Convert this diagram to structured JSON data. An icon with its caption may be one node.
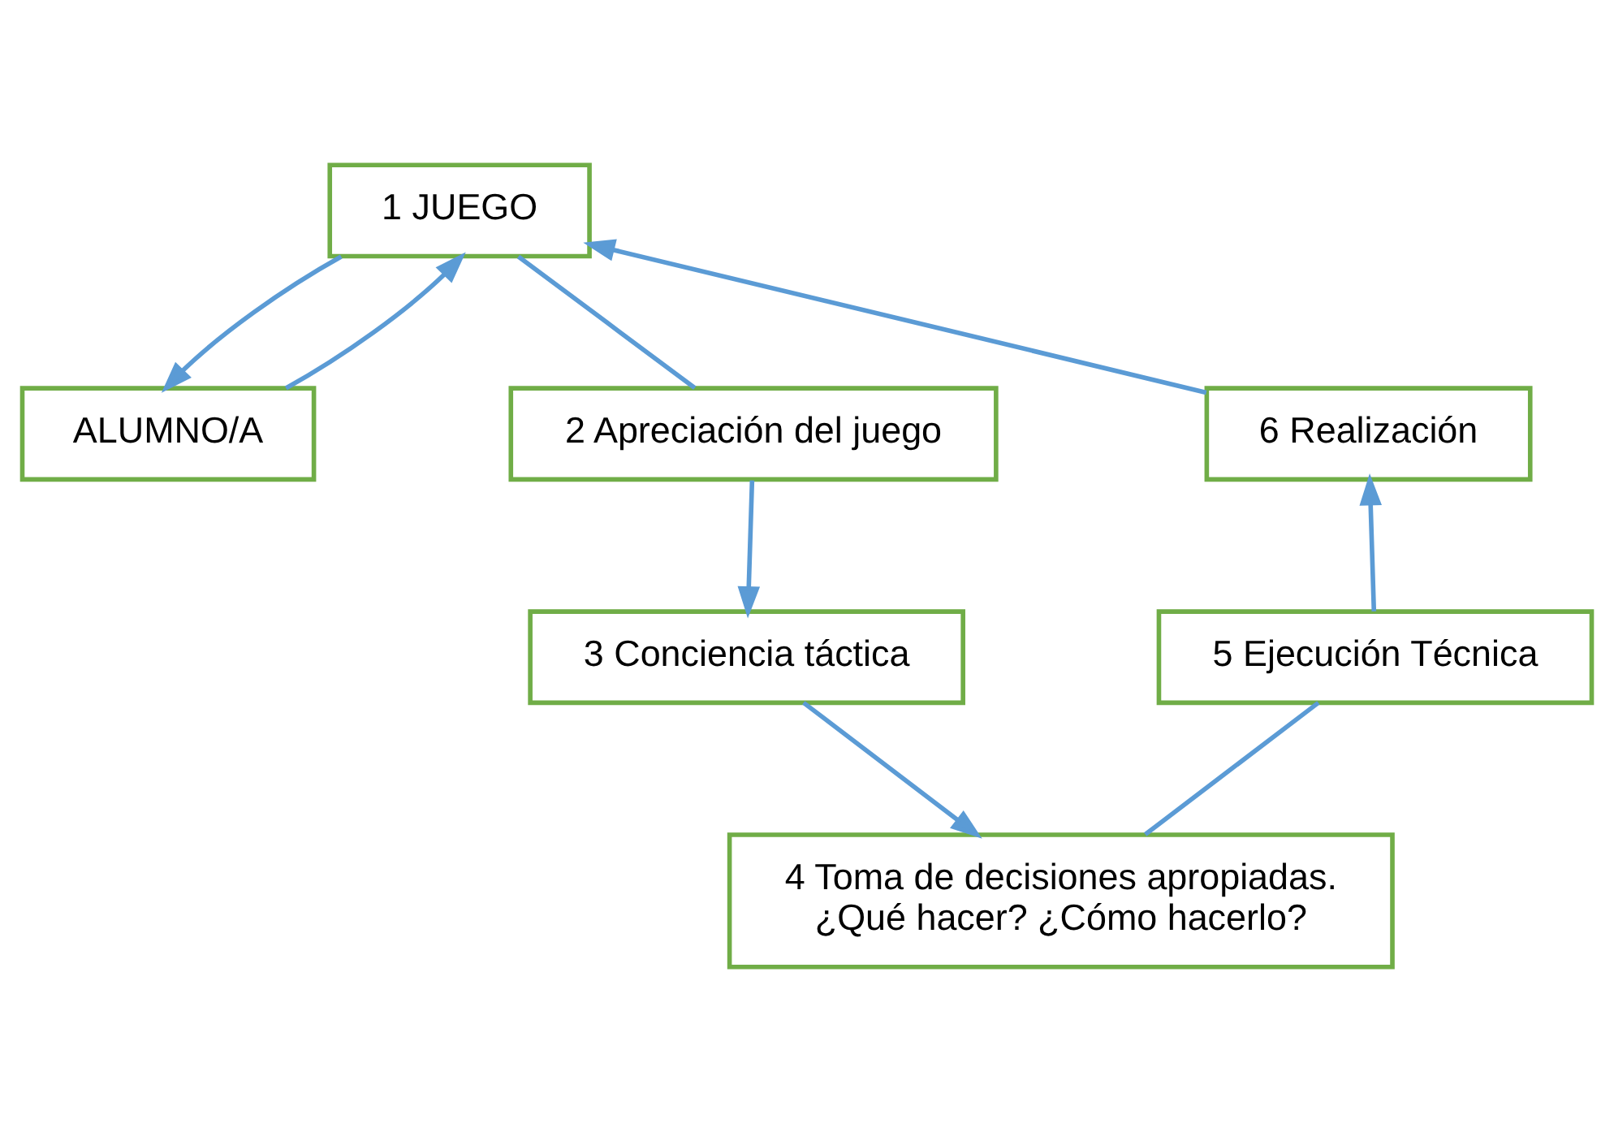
{
  "diagram": {
    "nodes": [
      {
        "text": [
          "1 JUEGO"
        ]
      },
      {
        "text": [
          "ALUMNO/A"
        ]
      },
      {
        "text": [
          "2 Apreciación del juego"
        ]
      },
      {
        "text": [
          "3 Conciencia táctica"
        ]
      },
      {
        "text": [
          "4 Toma de decisiones apropiadas.",
          "¿Qué hacer? ¿Cómo hacerlo?"
        ]
      },
      {
        "text": [
          "5 Ejecución Técnica"
        ]
      },
      {
        "text": [
          "6 Realización"
        ]
      }
    ],
    "edges": [
      {
        "from": 0,
        "to": 2,
        "arrow": "none"
      },
      {
        "from": 0,
        "to": 1,
        "arrow": "to"
      },
      {
        "from": 1,
        "to": 0,
        "arrow": "to"
      },
      {
        "from": 2,
        "to": 3,
        "arrow": "to"
      },
      {
        "from": 3,
        "to": 4,
        "arrow": "to"
      },
      {
        "from": 4,
        "to": 5,
        "arrow": "none"
      },
      {
        "from": 5,
        "to": 6,
        "arrow": "to"
      },
      {
        "from": 6,
        "to": 0,
        "arrow": "to"
      }
    ]
  }
}
